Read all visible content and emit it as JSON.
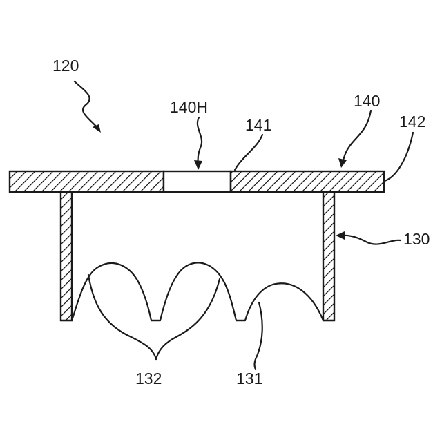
{
  "labels": {
    "assembly": "120",
    "cover_hole": "140H",
    "hole_edge": "141",
    "cover": "140",
    "cover_outer_edge": "142",
    "side_wall": "130",
    "protrusions": "132",
    "bottom_edge": "131"
  }
}
